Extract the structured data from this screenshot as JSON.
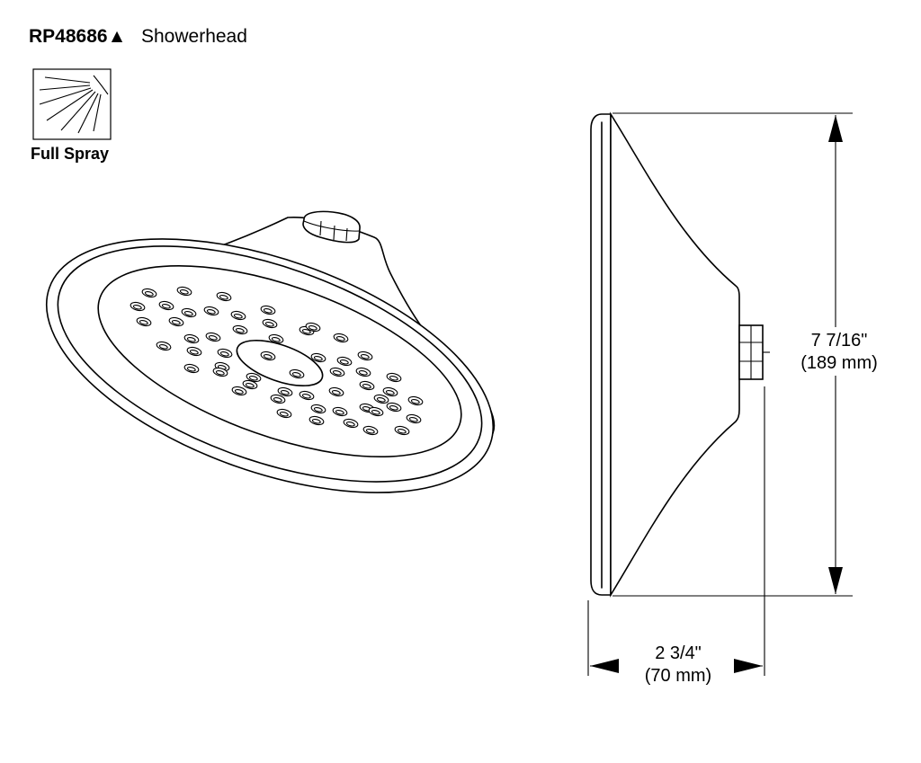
{
  "header": {
    "model_code": "RP48686▲",
    "product_name": "Showerhead"
  },
  "spray_mode": {
    "icon": "full-spray-icon",
    "label": "Full Spray"
  },
  "dimensions": {
    "height": {
      "imperial": "7 7/16\"",
      "metric": "(189 mm)"
    },
    "depth": {
      "imperial": "2 3/4\"",
      "metric": "(70 mm)"
    }
  }
}
